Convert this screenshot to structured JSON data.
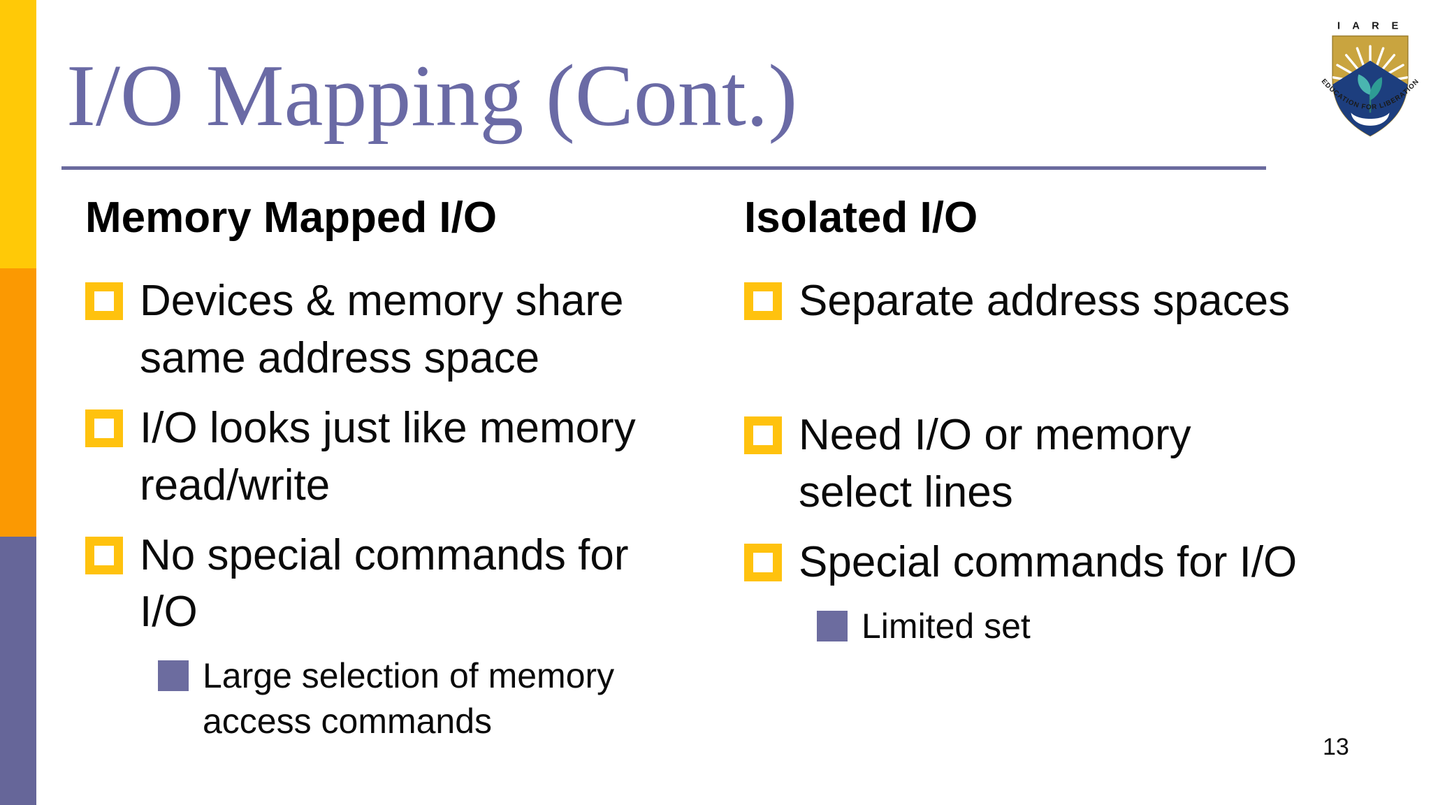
{
  "slide": {
    "title": "I/O Mapping (Cont.)",
    "page_number": "13",
    "logo": {
      "acronym": "I A R E",
      "motto": "EDUCATION FOR LIBERATION"
    },
    "colors": {
      "title": "#6A6AA5",
      "title_rule": "#6B6B9E",
      "sidebar_yellow": "#FFC907",
      "sidebar_orange": "#FB9902",
      "sidebar_purple": "#666699",
      "bullet_yellow": "#FFC20E",
      "bullet_purple": "#6C6C9F",
      "body_text": "#0A0A0A"
    },
    "columns": [
      {
        "heading": "Memory Mapped I/O",
        "items": [
          {
            "level": 1,
            "text": "Devices & memory share\nsame address space"
          },
          {
            "level": 1,
            "text": "I/O looks just like memory\nread/write"
          },
          {
            "level": 1,
            "text": "No special commands for\nI/O"
          },
          {
            "level": 2,
            "text": "Large selection of memory\naccess commands"
          }
        ]
      },
      {
        "heading": "Isolated I/O",
        "items": [
          {
            "level": 1,
            "text": "Separate address spaces"
          },
          {
            "level": 1,
            "text": "Need I/O or memory\nselect lines"
          },
          {
            "level": 1,
            "text": "Special commands for I/O"
          },
          {
            "level": 2,
            "text": "Limited set"
          }
        ]
      }
    ]
  }
}
